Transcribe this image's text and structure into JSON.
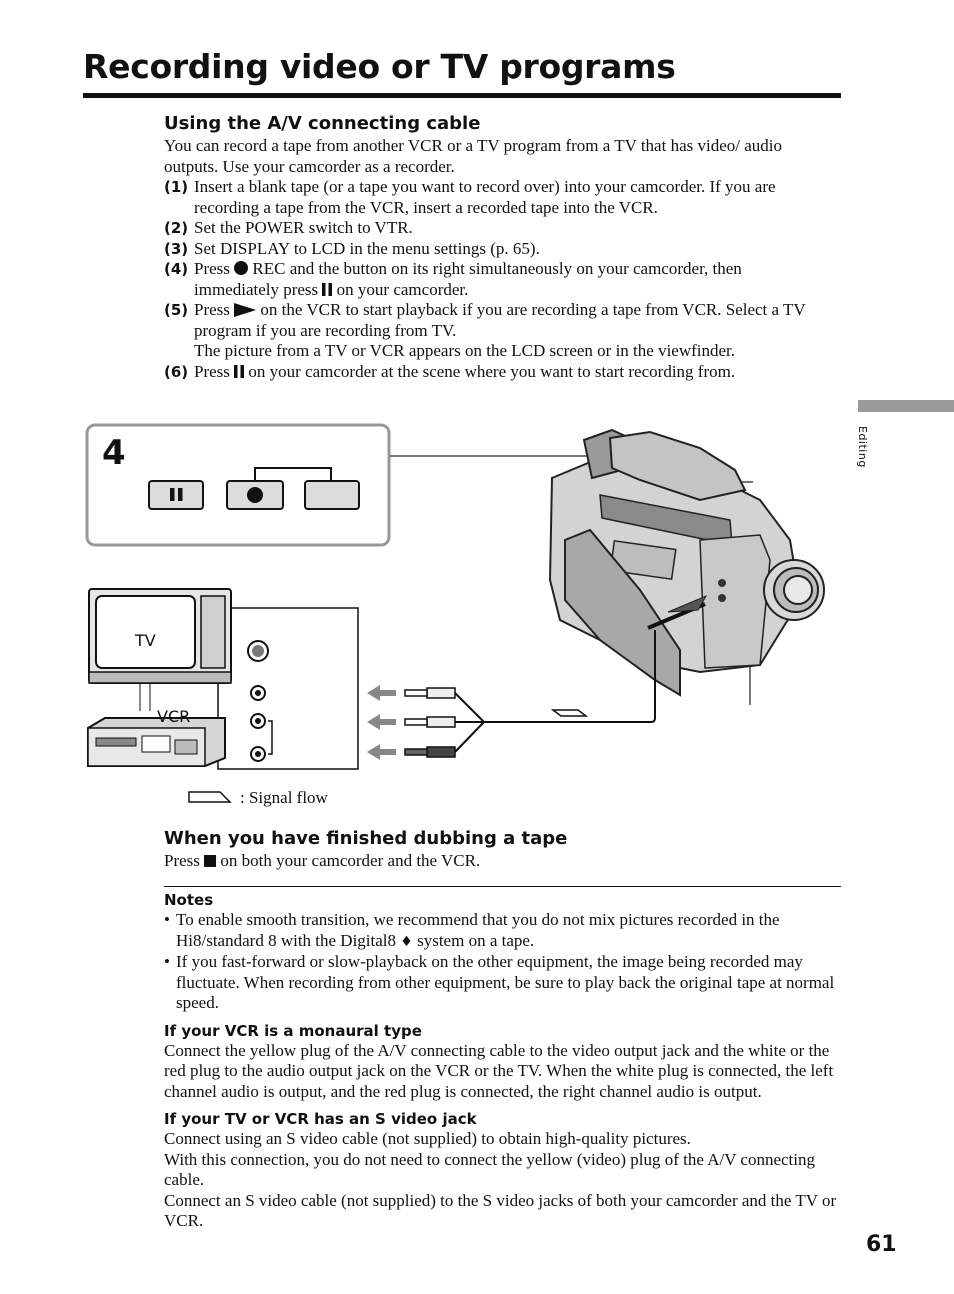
{
  "title": "Recording video or TV programs",
  "side_label": "Editing",
  "page_number": "61",
  "section1": {
    "heading": "Using the A/V connecting cable",
    "intro": "You can record a tape from another VCR or a TV program from a TV that has video/ audio outputs. Use your camcorder as a recorder.",
    "steps": [
      {
        "num": "(1)",
        "text": "Insert a blank tape (or a tape you want to record over) into your camcorder. If you are recording a tape from the VCR, insert a recorded tape into the VCR."
      },
      {
        "num": "(2)",
        "text": "Set the POWER switch to VTR."
      },
      {
        "num": "(3)",
        "text": "Set DISPLAY to LCD in the menu settings (p. 65)."
      },
      {
        "num": "(4)",
        "a": "Press ",
        "b": " REC and the button on its right simultaneously on your camcorder, then immediately press ",
        "c": " on your camcorder."
      },
      {
        "num": "(5)",
        "a": "Press ",
        "b": " on the VCR to start playback if you are recording a tape from VCR. Select a TV program if you are recording from TV.",
        "c": "The picture from a TV or VCR appears on the LCD screen or in the viewfinder."
      },
      {
        "num": "(6)",
        "a": "Press ",
        "b": " on your camcorder at the scene where you want to start recording from."
      }
    ]
  },
  "figure": {
    "step_number": "4",
    "tv_label": "TV",
    "vcr_label": "VCR",
    "legend": ": Signal flow"
  },
  "section2": {
    "heading": "When you have finished dubbing a tape",
    "a": "Press ",
    "b": " on both your camcorder and the VCR."
  },
  "notes": {
    "heading": "Notes",
    "items": [
      {
        "a": "To enable smooth transition, we recommend that you do not mix pictures recorded in the Hi8/standard 8 with the Digital8 ",
        "b": " system on a tape."
      },
      {
        "a": "If you fast-forward or slow-playback on the other equipment, the image being recorded may fluctuate. When recording from other equipment, be sure to play back the original tape at normal speed."
      }
    ]
  },
  "mono": {
    "heading": "If your VCR is a monaural type",
    "text": "Connect the yellow plug of the A/V connecting cable to the video output jack and the white or the red plug to the audio output jack on the VCR or the TV. When the white plug is connected, the left channel audio is output, and the red plug is connected, the right channel audio is output."
  },
  "svideo": {
    "heading": "If your TV or VCR has an S video jack",
    "p1": "Connect using an S video cable (not supplied) to obtain high-quality pictures.",
    "p2": "With this connection, you do not need to connect the yellow (video) plug of the A/V connecting cable.",
    "p3": "Connect an S video cable (not supplied) to the S video jacks of both your camcorder and the TV or VCR."
  }
}
